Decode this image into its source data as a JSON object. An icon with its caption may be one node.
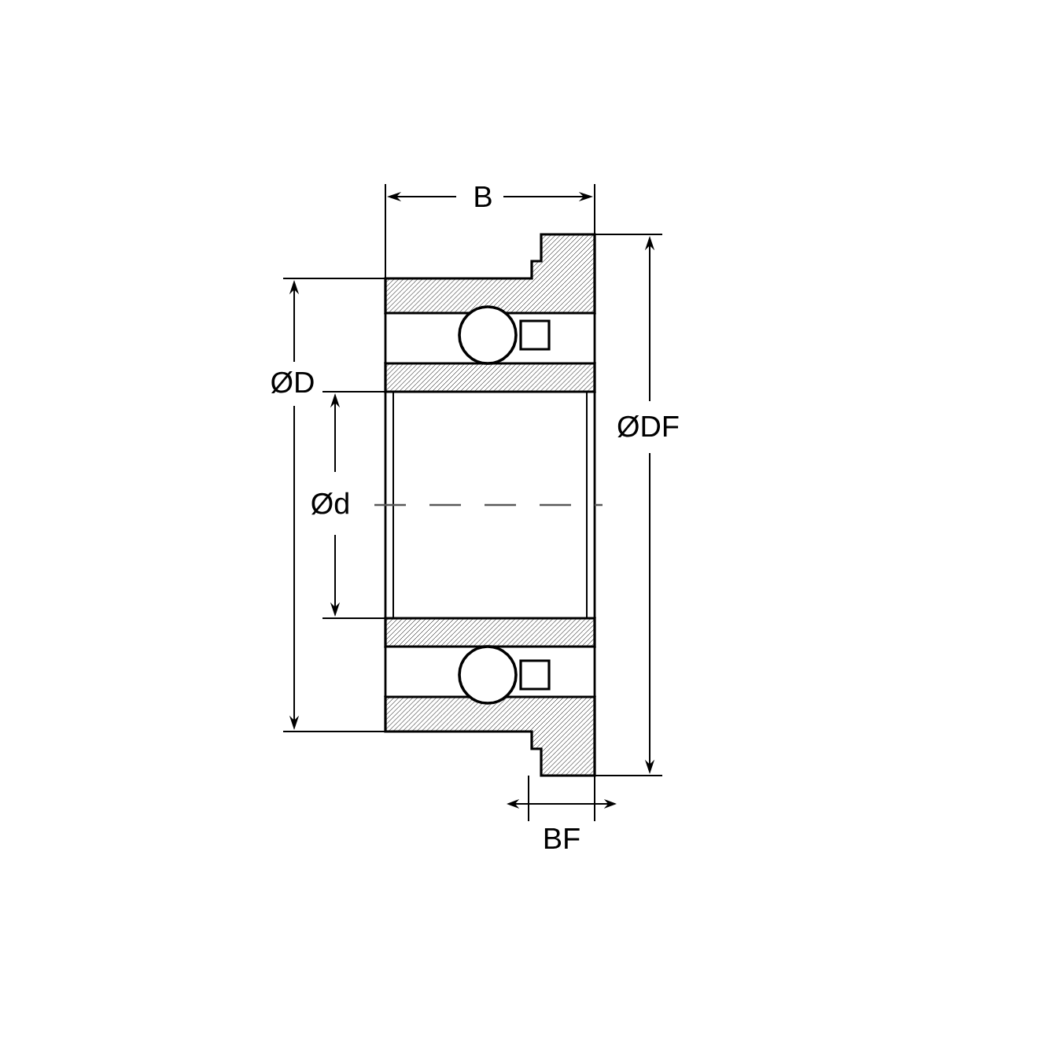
{
  "diagram": {
    "labels": [
      "B",
      "ØD",
      "ØDF",
      "Ød",
      "BF"
    ]
  }
}
